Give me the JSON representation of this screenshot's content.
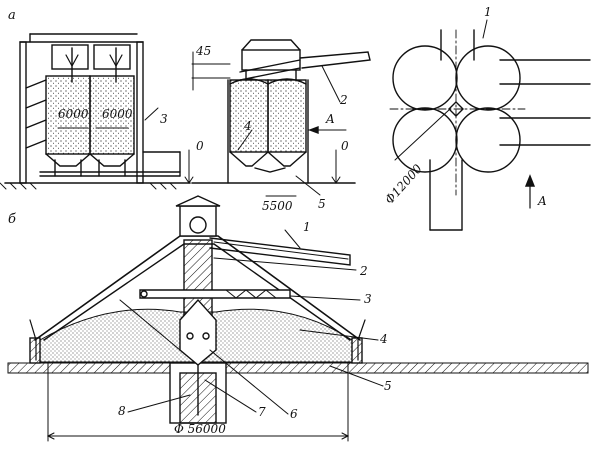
{
  "figure_a": {
    "label": "а",
    "dims": {
      "d6000_left": "6000",
      "d6000_right": "6000",
      "elev_45": "45",
      "elev_0_left": "0",
      "elev_0_right": "0",
      "d5500": "5500",
      "d12000": "Φ12000"
    },
    "view_arrow": "A",
    "view_arrow_plan": "A",
    "callouts": [
      "1",
      "2",
      "3",
      "4",
      "5"
    ]
  },
  "figure_b": {
    "label": "б",
    "dims": {
      "d56000": "Φ 56000"
    },
    "callouts": [
      "1",
      "2",
      "3",
      "4",
      "5",
      "6",
      "7",
      "8"
    ]
  }
}
